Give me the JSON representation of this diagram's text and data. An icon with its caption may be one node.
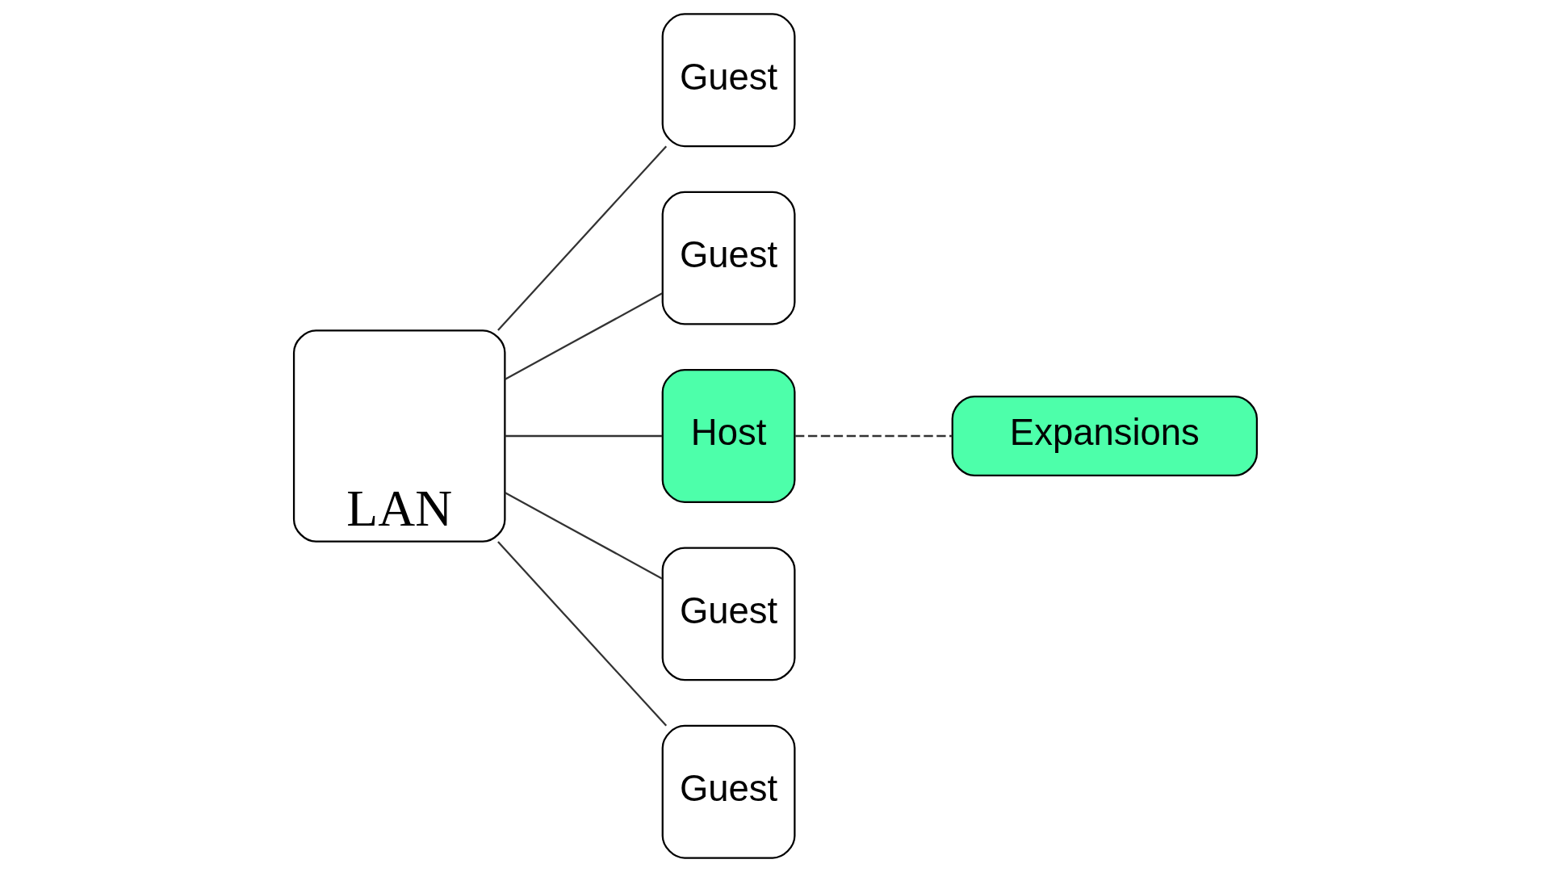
{
  "diagram": {
    "nodes": [
      {
        "text": [
          "LAN"
        ]
      },
      {
        "text": [
          "Guest"
        ]
      },
      {
        "text": [
          "Guest"
        ]
      },
      {
        "text": [
          "Host"
        ]
      },
      {
        "text": [
          "Guest"
        ]
      },
      {
        "text": [
          "Guest"
        ]
      },
      {
        "text": [
          "Expansions"
        ]
      }
    ],
    "edges": [
      {
        "from": 0,
        "to": 1,
        "arrow": "none"
      },
      {
        "from": 0,
        "to": 2,
        "arrow": "none"
      },
      {
        "from": 0,
        "to": 3,
        "arrow": "none"
      },
      {
        "from": 0,
        "to": 4,
        "arrow": "none"
      },
      {
        "from": 0,
        "to": 5,
        "arrow": "none"
      },
      {
        "from": 3,
        "to": 6,
        "arrow": "none",
        "style": "dashed"
      }
    ]
  }
}
